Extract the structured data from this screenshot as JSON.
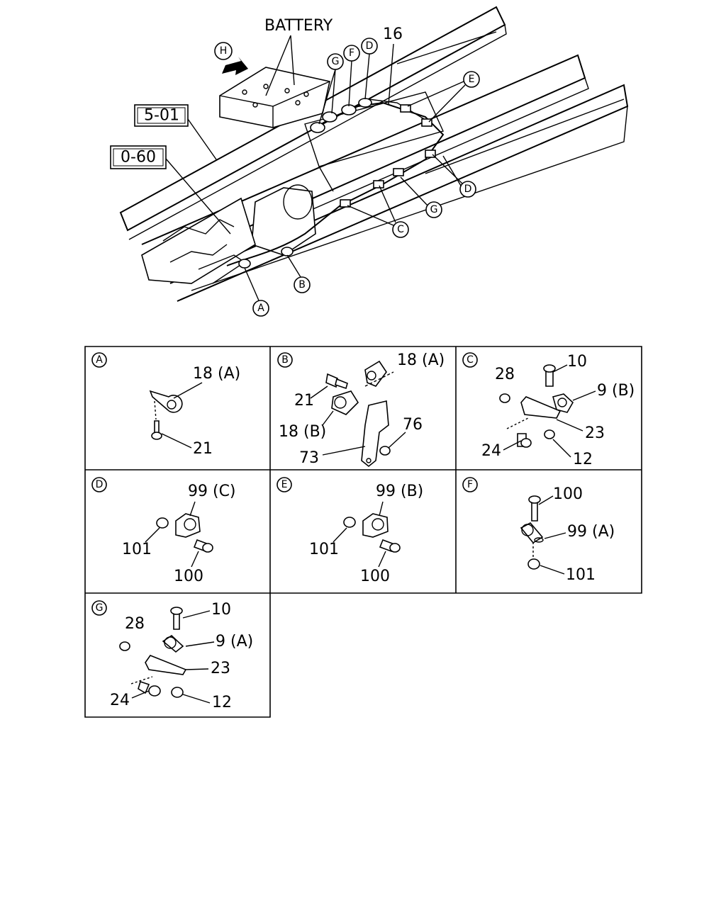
{
  "overview": {
    "battery_label": "BATTERY",
    "part_16": "16",
    "ref_5_01": "5-01",
    "ref_0_60": "0-60",
    "callout_H": "H",
    "callout_G": "G",
    "callout_F": "F",
    "callout_D": "D",
    "callout_E": "E",
    "callout_C": "C",
    "callout_B": "B",
    "callout_A": "A"
  },
  "details": {
    "A": {
      "letter": "A",
      "p1": "18 (A)",
      "p2": "21"
    },
    "B": {
      "letter": "B",
      "p1": "18 (A)",
      "p2": "21",
      "p3": "18 (B)",
      "p4": "76",
      "p5": "73"
    },
    "C": {
      "letter": "C",
      "p1": "28",
      "p2": "10",
      "p3": "9 (B)",
      "p4": "23",
      "p5": "24",
      "p6": "12"
    },
    "D": {
      "letter": "D",
      "p1": "99 (C)",
      "p2": "101",
      "p3": "100"
    },
    "E": {
      "letter": "E",
      "p1": "99 (B)",
      "p2": "101",
      "p3": "100"
    },
    "F": {
      "letter": "F",
      "p1": "100",
      "p2": "99 (A)",
      "p3": "101"
    },
    "G": {
      "letter": "G",
      "p1": "10",
      "p2": "28",
      "p3": "9 (A)",
      "p4": "23",
      "p5": "24",
      "p6": "12"
    }
  }
}
